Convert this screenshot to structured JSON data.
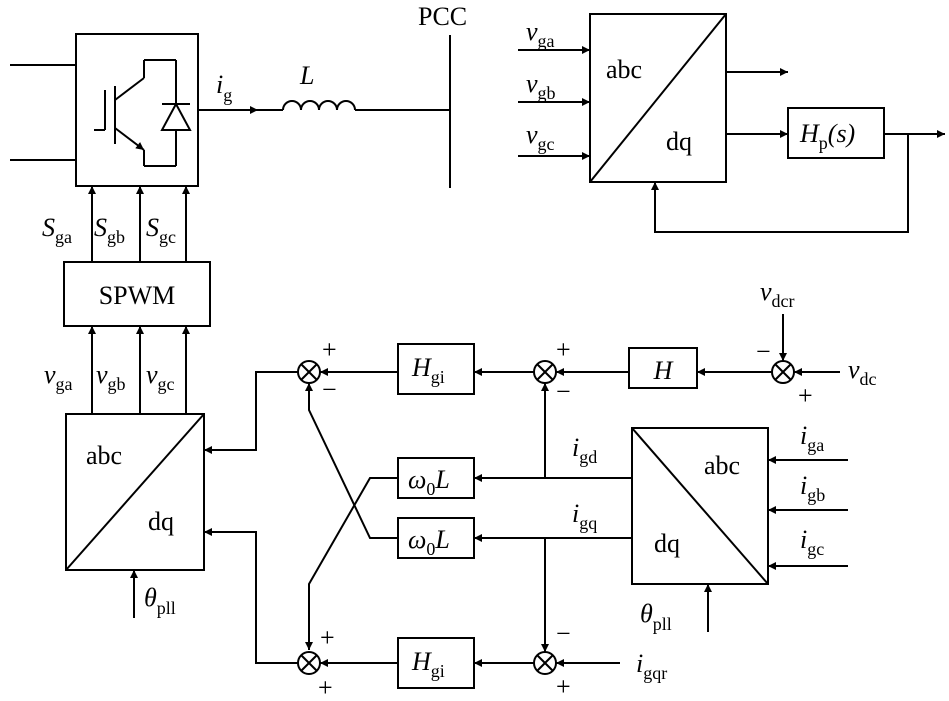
{
  "pcc": "PCC",
  "current_ig": {
    "main": "i",
    "sub": "g"
  },
  "inductor": "L",
  "spwm": "SPWM",
  "gate_signals": [
    {
      "main": "S",
      "sub": "ga"
    },
    {
      "main": "S",
      "sub": "gb"
    },
    {
      "main": "S",
      "sub": "gc"
    }
  ],
  "pll_block": {
    "inputs": [
      {
        "main": "v",
        "sub": "ga"
      },
      {
        "main": "v",
        "sub": "gb"
      },
      {
        "main": "v",
        "sub": "gc"
      }
    ],
    "top": "abc",
    "bottom": "dq",
    "filter": {
      "main": "H",
      "sub": "p",
      "arg": "(s)"
    }
  },
  "left_transform": {
    "top": "abc",
    "bottom": "dq",
    "outputs": [
      {
        "main": "v",
        "sub": "ga"
      },
      {
        "main": "v",
        "sub": "gb"
      },
      {
        "main": "v",
        "sub": "gc"
      }
    ],
    "angle": {
      "main": "θ",
      "sub": "pll"
    }
  },
  "right_transform": {
    "top": "abc",
    "bottom": "dq",
    "inputs": [
      {
        "main": "i",
        "sub": "ga"
      },
      {
        "main": "i",
        "sub": "gb"
      },
      {
        "main": "i",
        "sub": "gc"
      }
    ],
    "angle": {
      "main": "θ",
      "sub": "pll"
    }
  },
  "current_d": {
    "main": "i",
    "sub": "gd"
  },
  "current_q": {
    "main": "i",
    "sub": "gq"
  },
  "current_q_ref": {
    "main": "i",
    "sub": "gqr"
  },
  "controller_h": "H",
  "controller_hgi": {
    "main": "H",
    "sub": "gi"
  },
  "decoupling": {
    "main": "ω",
    "sub": "0",
    "tail": "L"
  },
  "dc_voltage": {
    "main": "v",
    "sub": "dc"
  },
  "dc_voltage_ref": {
    "main": "v",
    "sub": "dcr"
  },
  "signs": {
    "plus": "+",
    "minus": "−"
  }
}
